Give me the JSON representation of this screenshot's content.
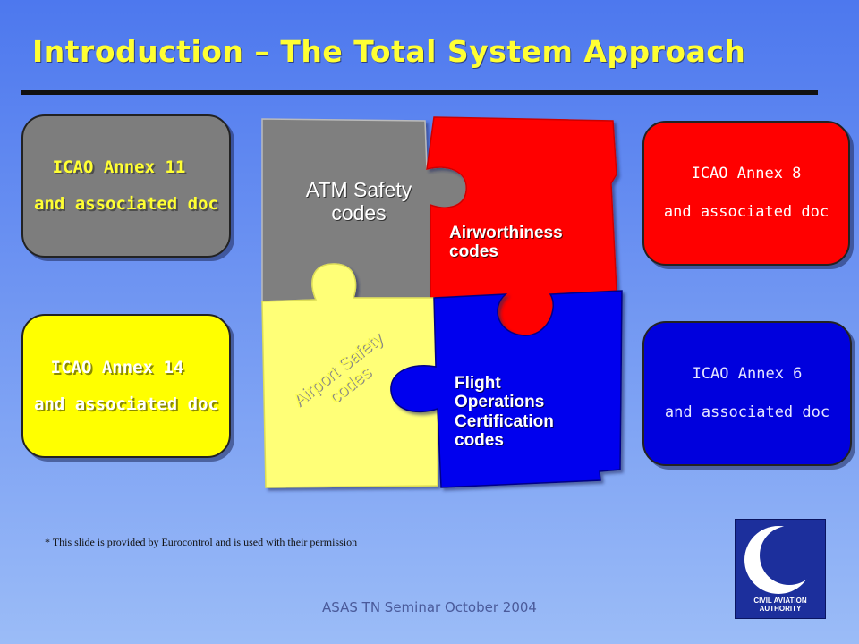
{
  "slide": {
    "title": "Introduction – The Total System Approach",
    "footnote": "* This slide is provided by Eurocontrol and is used with their permission",
    "footer": "ASAS TN Seminar October 2004"
  },
  "annexes": [
    {
      "line1": "ICAO Annex 11",
      "line2": "and associated doc",
      "color": "#7d7d7d"
    },
    {
      "line1": "ICAO Annex 14",
      "line2": "and associated doc",
      "color": "#ffff00"
    },
    {
      "line1": "ICAO Annex 8",
      "line2": "and associated doc",
      "color": "#ff0000"
    },
    {
      "line1": "ICAO Annex 6",
      "line2": "and associated doc",
      "color": "#0000dd"
    }
  ],
  "puzzle": {
    "atm": {
      "line1": "ATM Safety",
      "line2": "codes",
      "color": "#7f7f7f"
    },
    "airworthiness": {
      "line1": "Airworthiness",
      "line2": "codes",
      "color": "#ff0000"
    },
    "airport": {
      "line1": "Airport Safety",
      "line2": "codes",
      "color": "#ffff77"
    },
    "flight": {
      "line1": "Flight",
      "line2": "Operations",
      "line3": "Certification",
      "line4": "codes",
      "color": "#0000ee"
    }
  },
  "logo": {
    "icon": "civil-aviation-authority-logo",
    "line1": "CIVIL AVIATION",
    "line2": "AUTHORITY"
  }
}
